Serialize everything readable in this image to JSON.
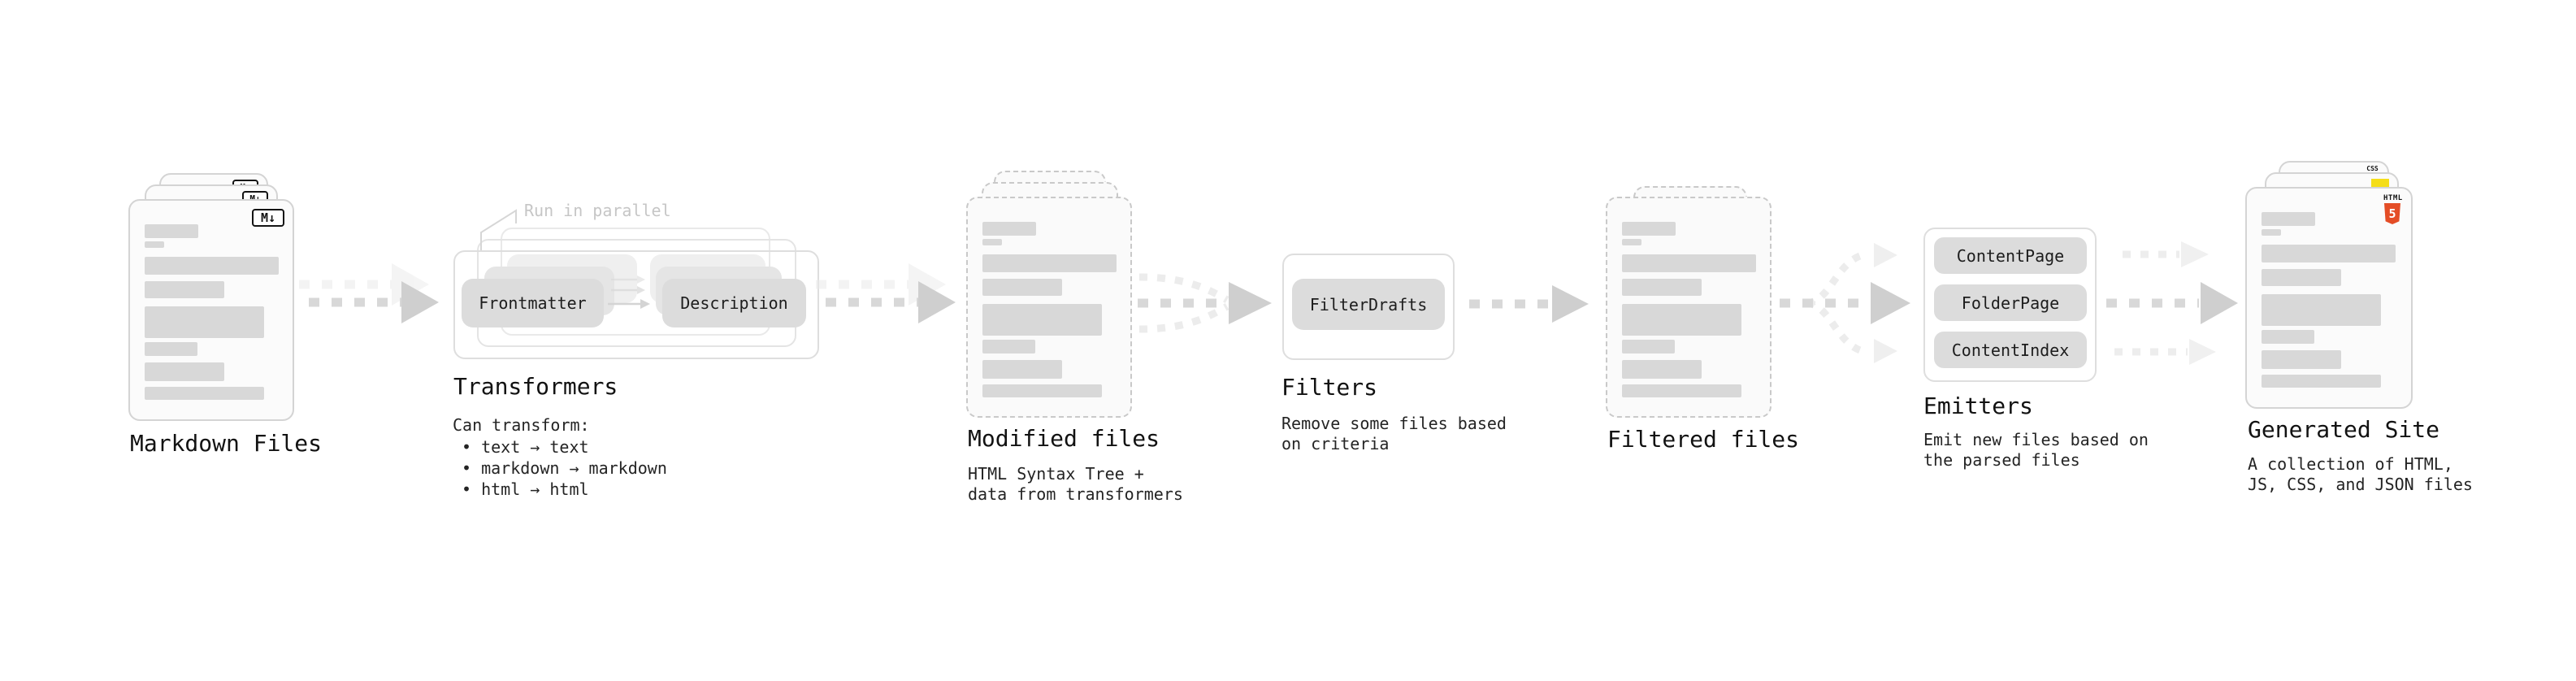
{
  "pipeline": {
    "markdown_files": {
      "label": "Markdown Files",
      "badge": "M↓"
    },
    "transformers": {
      "label": "Transformers",
      "annotation": "Run in parallel",
      "input_pill": "Frontmatter",
      "output_pill": "Description",
      "desc_heading": "Can transform:",
      "bullets": [
        "• text → text",
        "• markdown → markdown",
        "• html → html"
      ]
    },
    "modified_files": {
      "label": "Modified files",
      "desc_line1": "HTML Syntax Tree +",
      "desc_line2": "data from transformers"
    },
    "filters": {
      "label": "Filters",
      "pill": "FilterDrafts",
      "desc_line1": "Remove some files based",
      "desc_line2": "on criteria"
    },
    "filtered_files": {
      "label": "Filtered files"
    },
    "emitters": {
      "label": "Emitters",
      "pills": [
        "ContentPage",
        "FolderPage",
        "ContentIndex"
      ],
      "desc_line1": "Emit new files based on",
      "desc_line2": "the parsed files"
    },
    "generated_site": {
      "label": "Generated Site",
      "desc_line1": "A collection of HTML,",
      "desc_line2": "JS, CSS, and JSON files",
      "icons": {
        "css": "CSS",
        "html_label": "HTML",
        "html_number": "5"
      }
    }
  },
  "colors": {
    "background": "#ffffff",
    "placeholder_bar": "#d8d8d8",
    "pill_fill": "#dcdcdc",
    "arrow": "#cfcfcf",
    "arrow_faint": "#eeeeee",
    "badge_ink": "#141414",
    "html5_orange": "#e44d26",
    "js_yellow": "#f5de19",
    "css_blue": "#2964f0"
  }
}
